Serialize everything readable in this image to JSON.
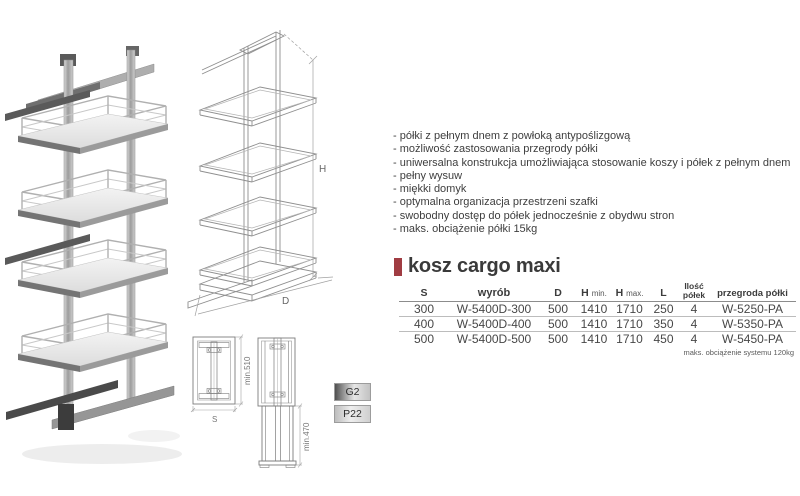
{
  "colors": {
    "accent": "#a03c42"
  },
  "features": [
    "- półki z pełnym dnem z powłoką antypoślizgową",
    "- możliwość zastosowania przegrody półki",
    "- uniwersalna konstrukcja umożliwiająca stosowanie koszy i półek z pełnym dnem",
    "- pełny wysuw",
    "- miękki domyk",
    "- optymalna organizacja przestrzeni szafki",
    "- swobodny dostęp do półek jednocześnie z obydwu stron",
    "- maks. obciążenie półki 15kg"
  ],
  "product": {
    "title": "kosz cargo maxi"
  },
  "badges": {
    "g2": "G2",
    "p22": "P22"
  },
  "drawings": {
    "main": {
      "height_label": "H",
      "depth_label": "D"
    },
    "top_view": {
      "depth_label": "min.510",
      "width_label": "S"
    },
    "front_view": {
      "depth_label": "min.470"
    }
  },
  "table": {
    "headers": {
      "s": "S",
      "wyrob": "wyrób",
      "d": "D",
      "h": "H",
      "h_min_sub": "min.",
      "h_max_sub": "max.",
      "l": "L",
      "ilosc_line1": "Ilość",
      "ilosc_line2": "półek",
      "przegroda": "przegroda półki"
    },
    "rows": [
      [
        "300",
        "W-5400D-300",
        "500",
        "1410",
        "1710",
        "250",
        "4",
        "W-5250-PA"
      ],
      [
        "400",
        "W-5400D-400",
        "500",
        "1410",
        "1710",
        "350",
        "4",
        "W-5350-PA"
      ],
      [
        "500",
        "W-5400D-500",
        "500",
        "1410",
        "1710",
        "450",
        "4",
        "W-5450-PA"
      ]
    ],
    "footnote": "maks. obciążenie systemu 120kg"
  }
}
